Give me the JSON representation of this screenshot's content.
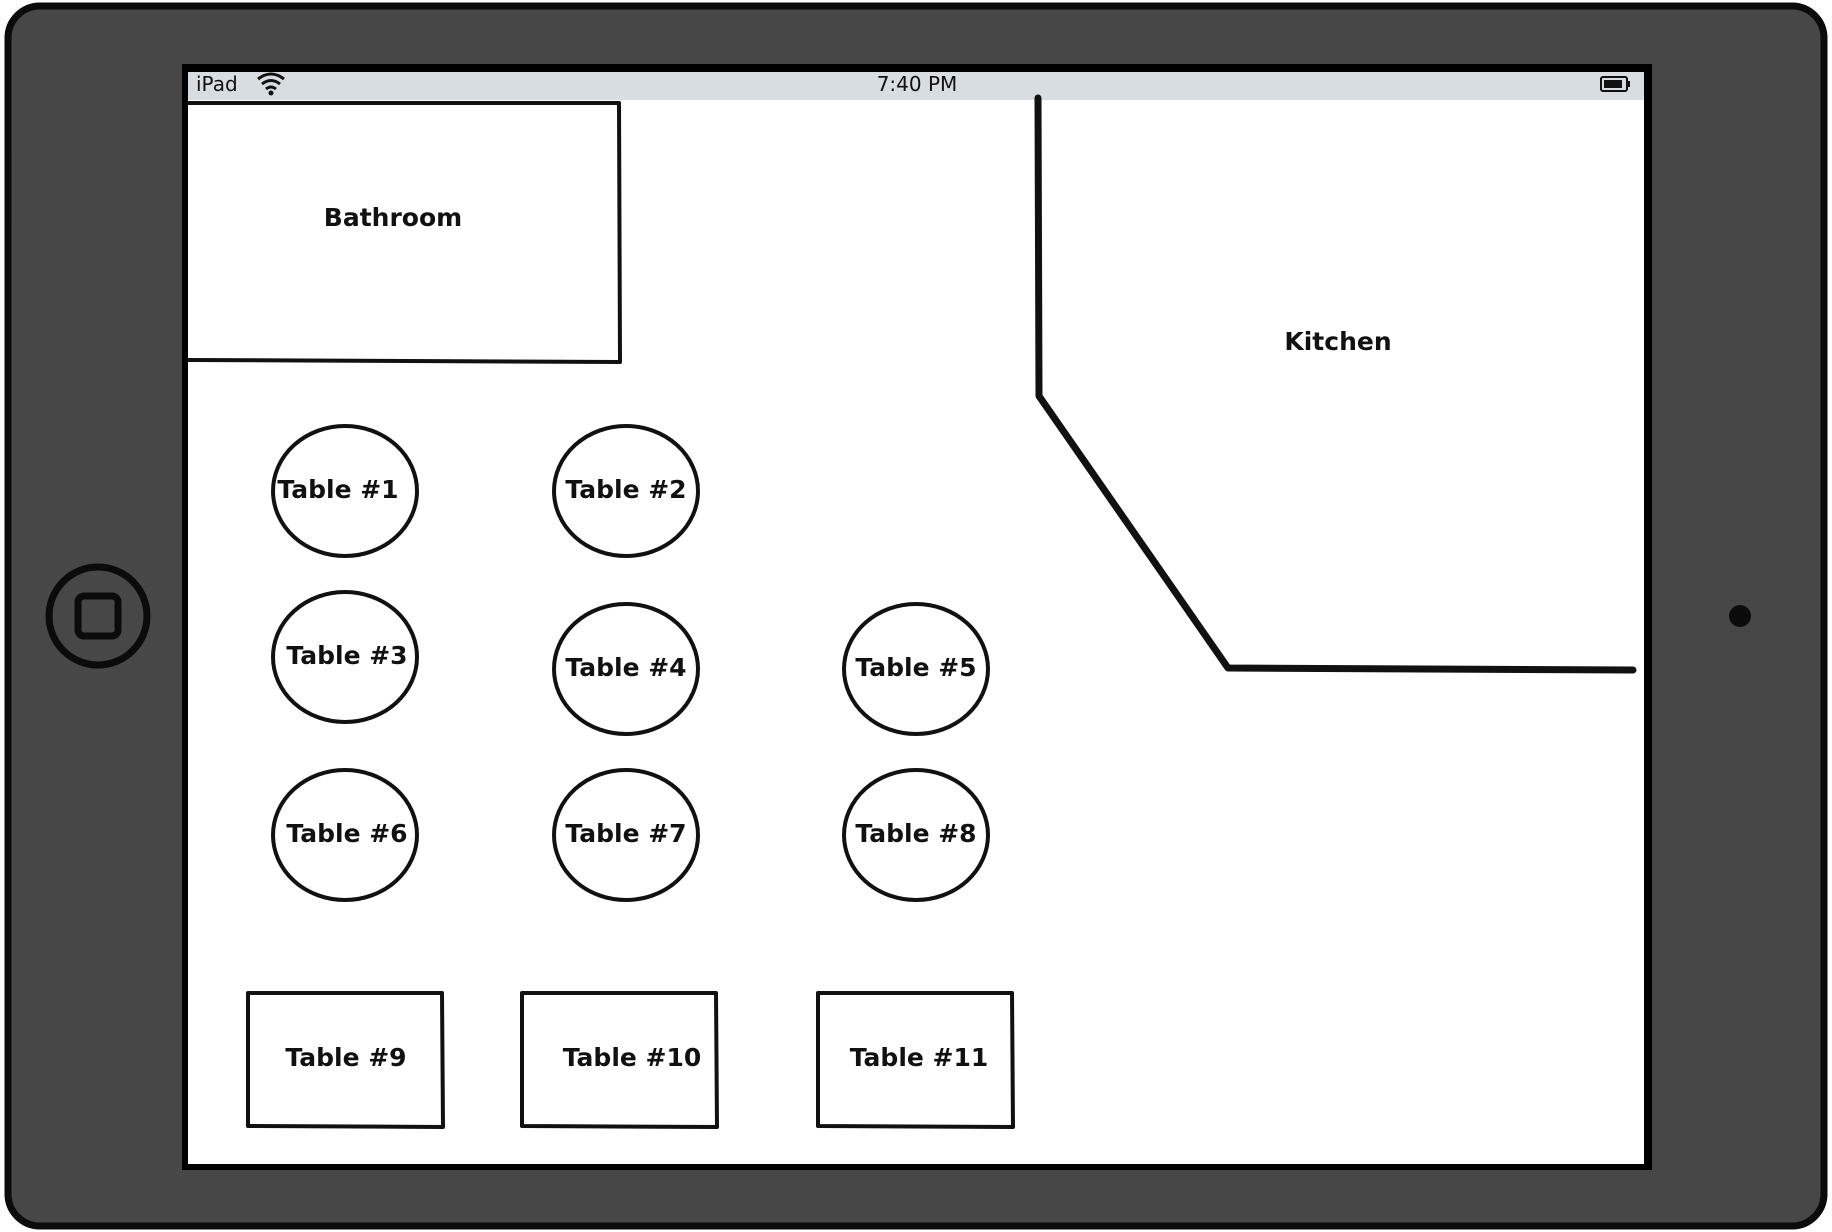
{
  "status_bar": {
    "device_label": "iPad",
    "time": "7:40 PM",
    "icons": [
      "wifi-icon",
      "battery-icon"
    ]
  },
  "rooms": {
    "bathroom": "Bathroom",
    "kitchen": "Kitchen"
  },
  "tables": [
    {
      "label": "Table #1",
      "shape": "round"
    },
    {
      "label": "Table #2",
      "shape": "round"
    },
    {
      "label": "Table #3",
      "shape": "round"
    },
    {
      "label": "Table #4",
      "shape": "round"
    },
    {
      "label": "Table #5",
      "shape": "round"
    },
    {
      "label": "Table #6",
      "shape": "round"
    },
    {
      "label": "Table #7",
      "shape": "round"
    },
    {
      "label": "Table #8",
      "shape": "round"
    },
    {
      "label": "Table #9",
      "shape": "square"
    },
    {
      "label": "Table #10",
      "shape": "square"
    },
    {
      "label": "Table #11",
      "shape": "square"
    }
  ],
  "colors": {
    "device_body": "#474747",
    "status_bar": "#d7dde0",
    "ink": "#111111",
    "screen": "#ffffff"
  },
  "hardware": {
    "home_button_icon": "home-button-icon",
    "camera_icon": "camera-icon"
  }
}
